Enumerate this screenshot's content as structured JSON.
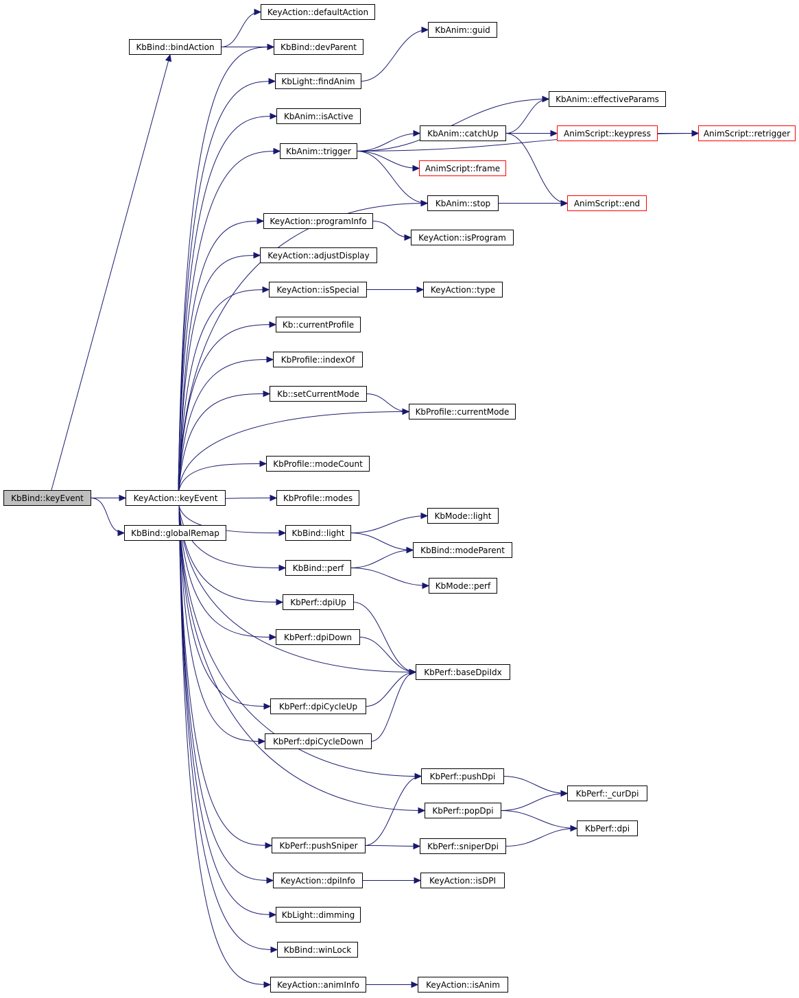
{
  "colors": {
    "edge": "#191970",
    "normal_border": "#000000",
    "truncated_border": "#ff0000",
    "root_fill": "#bfbfbf",
    "node_fill": "#ffffff",
    "text": "#000000"
  },
  "nodes": [
    {
      "id": "n0",
      "label": "KbBind::keyEvent",
      "style": "root"
    },
    {
      "id": "n1",
      "label": "KbBind::bindAction",
      "style": "normal"
    },
    {
      "id": "n2",
      "label": "KeyAction::defaultAction",
      "style": "normal"
    },
    {
      "id": "n3",
      "label": "KbBind::devParent",
      "style": "normal"
    },
    {
      "id": "n4",
      "label": "KeyAction::keyEvent",
      "style": "normal"
    },
    {
      "id": "n5",
      "label": "KbLight::findAnim",
      "style": "normal"
    },
    {
      "id": "n6",
      "label": "KbAnim::guid",
      "style": "normal"
    },
    {
      "id": "n7",
      "label": "KbAnim::isActive",
      "style": "normal"
    },
    {
      "id": "n8",
      "label": "KbAnim::trigger",
      "style": "normal"
    },
    {
      "id": "n9",
      "label": "KbAnim::catchUp",
      "style": "normal"
    },
    {
      "id": "n10",
      "label": "KbAnim::effectiveParams",
      "style": "normal"
    },
    {
      "id": "n11",
      "label": "AnimScript::keypress",
      "style": "truncated"
    },
    {
      "id": "n12",
      "label": "AnimScript::retrigger",
      "style": "truncated"
    },
    {
      "id": "n13",
      "label": "AnimScript::end",
      "style": "truncated"
    },
    {
      "id": "n14",
      "label": "AnimScript::frame",
      "style": "truncated"
    },
    {
      "id": "n15",
      "label": "KbAnim::stop",
      "style": "normal"
    },
    {
      "id": "n16",
      "label": "KeyAction::programInfo",
      "style": "normal"
    },
    {
      "id": "n17",
      "label": "KeyAction::isProgram",
      "style": "normal"
    },
    {
      "id": "n18",
      "label": "KeyAction::adjustDisplay",
      "style": "normal"
    },
    {
      "id": "n19",
      "label": "KeyAction::isSpecial",
      "style": "normal"
    },
    {
      "id": "n20",
      "label": "KeyAction::type",
      "style": "normal"
    },
    {
      "id": "n21",
      "label": "Kb::currentProfile",
      "style": "normal"
    },
    {
      "id": "n22",
      "label": "KbProfile::indexOf",
      "style": "normal"
    },
    {
      "id": "n23",
      "label": "Kb::setCurrentMode",
      "style": "normal"
    },
    {
      "id": "n24",
      "label": "KbProfile::currentMode",
      "style": "normal"
    },
    {
      "id": "n25",
      "label": "KbProfile::modeCount",
      "style": "normal"
    },
    {
      "id": "n26",
      "label": "KbProfile::modes",
      "style": "normal"
    },
    {
      "id": "n27",
      "label": "KbBind::light",
      "style": "normal"
    },
    {
      "id": "n28",
      "label": "KbMode::light",
      "style": "normal"
    },
    {
      "id": "n29",
      "label": "KbBind::modeParent",
      "style": "normal"
    },
    {
      "id": "n30",
      "label": "KbBind::perf",
      "style": "normal"
    },
    {
      "id": "n31",
      "label": "KbMode::perf",
      "style": "normal"
    },
    {
      "id": "n32",
      "label": "KbPerf::dpiUp",
      "style": "normal"
    },
    {
      "id": "n33",
      "label": "KbPerf::baseDpiIdx",
      "style": "normal"
    },
    {
      "id": "n34",
      "label": "KbPerf::dpiDown",
      "style": "normal"
    },
    {
      "id": "n35",
      "label": "KbPerf::dpiCycleUp",
      "style": "normal"
    },
    {
      "id": "n36",
      "label": "KbPerf::dpiCycleDown",
      "style": "normal"
    },
    {
      "id": "n37",
      "label": "KbPerf::pushDpi",
      "style": "normal"
    },
    {
      "id": "n38",
      "label": "KbPerf::_curDpi",
      "style": "normal"
    },
    {
      "id": "n39",
      "label": "KbPerf::popDpi",
      "style": "normal"
    },
    {
      "id": "n40",
      "label": "KbPerf::dpi",
      "style": "normal"
    },
    {
      "id": "n41",
      "label": "KbPerf::pushSniper",
      "style": "normal"
    },
    {
      "id": "n42",
      "label": "KbPerf::sniperDpi",
      "style": "normal"
    },
    {
      "id": "n43",
      "label": "KeyAction::dpiInfo",
      "style": "normal"
    },
    {
      "id": "n44",
      "label": "KeyAction::isDPI",
      "style": "normal"
    },
    {
      "id": "n45",
      "label": "KbLight::dimming",
      "style": "normal"
    },
    {
      "id": "n46",
      "label": "KbBind::winLock",
      "style": "normal"
    },
    {
      "id": "n47",
      "label": "KeyAction::animInfo",
      "style": "normal"
    },
    {
      "id": "n48",
      "label": "KeyAction::isAnim",
      "style": "normal"
    },
    {
      "id": "n49",
      "label": "KbBind::globalRemap",
      "style": "normal"
    }
  ],
  "edges": [
    [
      "n0",
      "n1"
    ],
    [
      "n0",
      "n4"
    ],
    [
      "n0",
      "n49"
    ],
    [
      "n1",
      "n2"
    ],
    [
      "n1",
      "n3"
    ],
    [
      "n4",
      "n3"
    ],
    [
      "n4",
      "n5"
    ],
    [
      "n4",
      "n7"
    ],
    [
      "n4",
      "n8"
    ],
    [
      "n4",
      "n15"
    ],
    [
      "n4",
      "n16"
    ],
    [
      "n4",
      "n18"
    ],
    [
      "n4",
      "n19"
    ],
    [
      "n4",
      "n21"
    ],
    [
      "n4",
      "n22"
    ],
    [
      "n4",
      "n23"
    ],
    [
      "n4",
      "n24"
    ],
    [
      "n4",
      "n25"
    ],
    [
      "n4",
      "n26"
    ],
    [
      "n4",
      "n27"
    ],
    [
      "n4",
      "n30"
    ],
    [
      "n4",
      "n32"
    ],
    [
      "n4",
      "n34"
    ],
    [
      "n4",
      "n33"
    ],
    [
      "n4",
      "n35"
    ],
    [
      "n4",
      "n36"
    ],
    [
      "n4",
      "n37"
    ],
    [
      "n4",
      "n39"
    ],
    [
      "n4",
      "n41"
    ],
    [
      "n4",
      "n43"
    ],
    [
      "n4",
      "n45"
    ],
    [
      "n4",
      "n46"
    ],
    [
      "n4",
      "n47"
    ],
    [
      "n5",
      "n6"
    ],
    [
      "n8",
      "n12"
    ],
    [
      "n8",
      "n10"
    ],
    [
      "n8",
      "n9"
    ],
    [
      "n8",
      "n14"
    ],
    [
      "n8",
      "n15"
    ],
    [
      "n9",
      "n10"
    ],
    [
      "n9",
      "n11"
    ],
    [
      "n9",
      "n12"
    ],
    [
      "n9",
      "n13"
    ],
    [
      "n11",
      "n12"
    ],
    [
      "n15",
      "n13"
    ],
    [
      "n16",
      "n17"
    ],
    [
      "n19",
      "n20"
    ],
    [
      "n23",
      "n24"
    ],
    [
      "n27",
      "n28"
    ],
    [
      "n27",
      "n29"
    ],
    [
      "n30",
      "n29"
    ],
    [
      "n30",
      "n31"
    ],
    [
      "n32",
      "n33"
    ],
    [
      "n34",
      "n33"
    ],
    [
      "n35",
      "n33"
    ],
    [
      "n36",
      "n33"
    ],
    [
      "n37",
      "n38"
    ],
    [
      "n39",
      "n38"
    ],
    [
      "n39",
      "n40"
    ],
    [
      "n41",
      "n37"
    ],
    [
      "n41",
      "n42"
    ],
    [
      "n42",
      "n40"
    ],
    [
      "n43",
      "n44"
    ],
    [
      "n47",
      "n48"
    ]
  ]
}
